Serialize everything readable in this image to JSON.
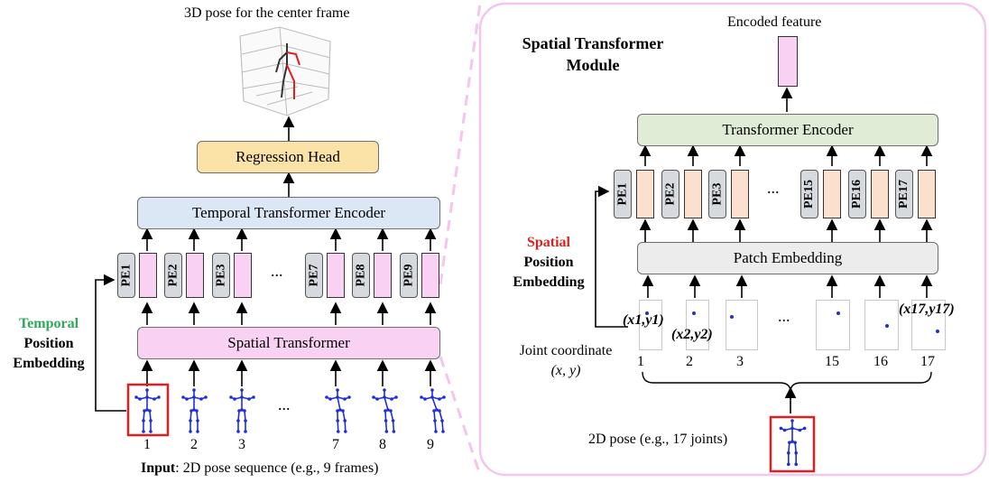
{
  "left": {
    "output_label": "3D pose for the center frame",
    "regression_head": "Regression Head",
    "temporal_encoder": "Temporal Transformer Encoder",
    "spatial_transformer": "Spatial Transformer",
    "pe_labels": [
      "PE1",
      "PE2",
      "PE3",
      "PE7",
      "PE8",
      "PE9"
    ],
    "ellipsis": "...",
    "frame_numbers": [
      "1",
      "2",
      "3",
      "7",
      "8",
      "9"
    ],
    "temporal_word": "Temporal",
    "position_word": "Position",
    "embedding_word": "Embedding",
    "input_bold": "Input",
    "input_rest": ": 2D pose sequence (e.g., 9 frames)"
  },
  "right": {
    "module_title_line1": "Spatial Transformer",
    "module_title_line2": "Module",
    "encoded_feature": "Encoded feature",
    "transformer_encoder": "Transformer Encoder",
    "patch_embedding": "Patch Embedding",
    "pe_labels": [
      "PE1",
      "PE2",
      "PE3",
      "PE15",
      "PE16",
      "PE17"
    ],
    "ellipsis": "...",
    "spatial_word": "Spatial",
    "position_word": "Position",
    "embedding_word": "Embedding",
    "joint_coordinate": "Joint coordinate",
    "xy": "(x, y)",
    "coords": [
      "(x1,y1)",
      "(x2,y2)",
      "(x17,y17)"
    ],
    "joint_numbers": [
      "1",
      "2",
      "3",
      "15",
      "16",
      "17"
    ],
    "pose_label": "2D pose (e.g., 17 joints)"
  },
  "colors": {
    "pink": "#f9d1f3",
    "peach": "#fbe1cd",
    "blue_box": "#dbe7f4",
    "yellow_box": "#fbe2a6",
    "green_box": "#e0ecd6",
    "gray_box": "#ececec",
    "temporal_green": "#2fa85a",
    "spatial_red": "#e02020",
    "skeleton_blue": "#1f2fd6",
    "highlight_red": "#e02020"
  }
}
